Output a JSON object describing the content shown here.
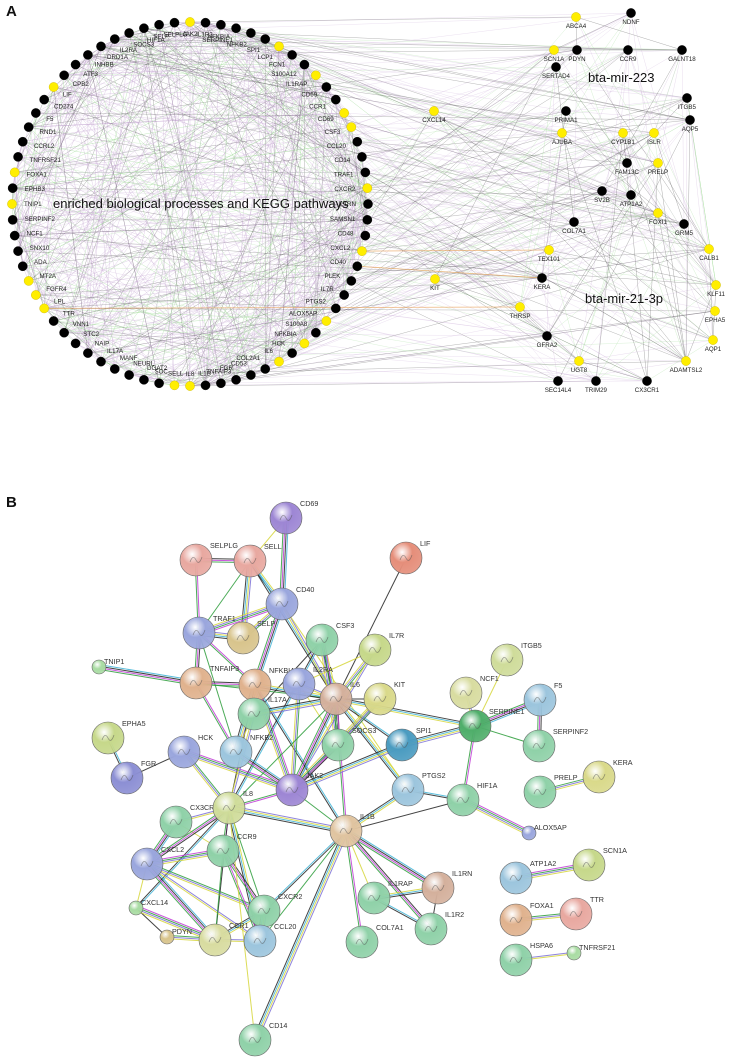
{
  "panel_a": {
    "letter": "A",
    "cluster_label": "enriched biological processes and KEGG pathways",
    "mir223_label": "bta-mir-223",
    "mir21_label": "bta-mir-21-3p",
    "colors": {
      "hub_node": "#ffee00",
      "gene_node": "#000000",
      "edge_purple": "#c7a9d4",
      "edge_green": "#98d98e",
      "edge_dark": "#333333",
      "edge_orange": "#e8a35c"
    },
    "circle_genes": [
      {
        "label": "JAK2",
        "hub": true
      },
      {
        "label": "IL1R2",
        "hub": false
      },
      {
        "label": "NFKBIA",
        "hub": false
      },
      {
        "label": "SERPINE1",
        "hub": false
      },
      {
        "label": "NFKB2",
        "hub": false
      },
      {
        "label": "SPI1",
        "hub": false
      },
      {
        "label": "LCP1",
        "hub": true
      },
      {
        "label": "FCN1",
        "hub": false
      },
      {
        "label": "S100A12",
        "hub": false
      },
      {
        "label": "IL1RAP",
        "hub": true
      },
      {
        "label": "CD69",
        "hub": false
      },
      {
        "label": "CCR1",
        "hub": false
      },
      {
        "label": "CD69",
        "hub": true
      },
      {
        "label": "CSF3",
        "hub": true
      },
      {
        "label": "CCL20",
        "hub": false
      },
      {
        "label": "CD14",
        "hub": false
      },
      {
        "label": "TRAF1",
        "hub": false
      },
      {
        "label": "CXCR2",
        "hub": true
      },
      {
        "label": "IL1RN",
        "hub": false
      },
      {
        "label": "SAMSN1",
        "hub": false
      },
      {
        "label": "CD48",
        "hub": false
      },
      {
        "label": "CXCL2",
        "hub": true
      },
      {
        "label": "CD40",
        "hub": false
      },
      {
        "label": "PLEK",
        "hub": false
      },
      {
        "label": "IL7R",
        "hub": false
      },
      {
        "label": "PTGS2",
        "hub": false
      },
      {
        "label": "ALOX5AP",
        "hub": true
      },
      {
        "label": "S100A8",
        "hub": false
      },
      {
        "label": "NFKBIA",
        "hub": true
      },
      {
        "label": "HCK",
        "hub": false
      },
      {
        "label": "IL6",
        "hub": true
      },
      {
        "label": "COL2A1",
        "hub": false
      },
      {
        "label": "CD53",
        "hub": false
      },
      {
        "label": "FGR",
        "hub": false
      },
      {
        "label": "TNFAIP3",
        "hub": false
      },
      {
        "label": "IL1B",
        "hub": false
      },
      {
        "label": "IL8",
        "hub": true
      },
      {
        "label": "SELL",
        "hub": true
      },
      {
        "label": "SOC",
        "hub": false
      },
      {
        "label": "DGAT2",
        "hub": false
      },
      {
        "label": "NEURL",
        "hub": false
      },
      {
        "label": "MANF",
        "hub": false
      },
      {
        "label": "IL17A",
        "hub": false
      },
      {
        "label": "NAIP",
        "hub": false
      },
      {
        "label": "STC2",
        "hub": false
      },
      {
        "label": "VNN1",
        "hub": false
      },
      {
        "label": "TTR",
        "hub": false
      },
      {
        "label": "LPL",
        "hub": true
      },
      {
        "label": "FGFR4",
        "hub": true
      },
      {
        "label": "MT2A",
        "hub": true
      },
      {
        "label": "ADA",
        "hub": false
      },
      {
        "label": "SNX10",
        "hub": false
      },
      {
        "label": "NCF1",
        "hub": false
      },
      {
        "label": "SERPINF2",
        "hub": false
      },
      {
        "label": "TNIP1",
        "hub": true
      },
      {
        "label": "EPHB3",
        "hub": false
      },
      {
        "label": "FOXA1",
        "hub": true
      },
      {
        "label": "TNFRSF21",
        "hub": false
      },
      {
        "label": "CCRL2",
        "hub": false
      },
      {
        "label": "RND1",
        "hub": false
      },
      {
        "label": "F5",
        "hub": false
      },
      {
        "label": "CD274",
        "hub": false
      },
      {
        "label": "LIF",
        "hub": true
      },
      {
        "label": "CPB2",
        "hub": false
      },
      {
        "label": "ATF3",
        "hub": false
      },
      {
        "label": "INHBB",
        "hub": false
      },
      {
        "label": "DRD1A",
        "hub": false
      },
      {
        "label": "IL2RA",
        "hub": false
      },
      {
        "label": "SOCS3",
        "hub": false
      },
      {
        "label": "HIF1A",
        "hub": false
      },
      {
        "label": "SELP",
        "hub": false
      },
      {
        "label": "SELPLG",
        "hub": false
      }
    ],
    "right_genes": [
      {
        "label": "ABCA4",
        "hub": true
      },
      {
        "label": "NDNF",
        "hub": false
      },
      {
        "label": "PDYN",
        "hub": false
      },
      {
        "label": "CCR9",
        "hub": false
      },
      {
        "label": "SCN1A",
        "hub": true
      },
      {
        "label": "GALNT18",
        "hub": false
      },
      {
        "label": "ITGB5",
        "hub": false
      },
      {
        "label": "SERTAD4",
        "hub": false
      },
      {
        "label": "AQP5",
        "hub": false
      },
      {
        "label": "PRIMA1",
        "hub": false
      },
      {
        "label": "CXCL14",
        "hub": true
      },
      {
        "label": "AJUBA",
        "hub": true
      },
      {
        "label": "CYP1B1",
        "hub": true
      },
      {
        "label": "ISLR",
        "hub": true
      },
      {
        "label": "FAM13C",
        "hub": false
      },
      {
        "label": "PRELP",
        "hub": true
      },
      {
        "label": "SV2B",
        "hub": false
      },
      {
        "label": "ATP1A2",
        "hub": false
      },
      {
        "label": "FOXI1",
        "hub": true
      },
      {
        "label": "GRM5",
        "hub": false
      },
      {
        "label": "COL7A1",
        "hub": false
      },
      {
        "label": "CALB1",
        "hub": true
      },
      {
        "label": "TEX101",
        "hub": true
      },
      {
        "label": "KIT",
        "hub": true
      },
      {
        "label": "KERA",
        "hub": false
      },
      {
        "label": "KLF11",
        "hub": true
      },
      {
        "label": "THRSP",
        "hub": true
      },
      {
        "label": "EPHA5",
        "hub": true
      },
      {
        "label": "GFRA2",
        "hub": false
      },
      {
        "label": "AQP1",
        "hub": true
      },
      {
        "label": "UGT8",
        "hub": true
      },
      {
        "label": "ADAMTSL2",
        "hub": true
      },
      {
        "label": "SEC14L4",
        "hub": false
      },
      {
        "label": "TRIM29",
        "hub": false
      },
      {
        "label": "CX3CR1",
        "hub": false
      }
    ]
  },
  "panel_b": {
    "letter": "B",
    "nodes": [
      {
        "label": "CD69",
        "color": "#9d86d4"
      },
      {
        "label": "SELPLG",
        "color": "#e8a8a0"
      },
      {
        "label": "SELL",
        "color": "#e8a8a0"
      },
      {
        "label": "LIF",
        "color": "#e58e7a"
      },
      {
        "label": "CD40",
        "color": "#9aa6dd"
      },
      {
        "label": "TRAF1",
        "color": "#9aa6dd"
      },
      {
        "label": "SELP",
        "color": "#d8c48c"
      },
      {
        "label": "CSF3",
        "color": "#8fd1a8"
      },
      {
        "label": "IL7R",
        "color": "#c6d88a"
      },
      {
        "label": "TNIP1",
        "color": "#a9dca3"
      },
      {
        "label": "TNFAIP3",
        "color": "#e0b28e"
      },
      {
        "label": "NFKBIA",
        "color": "#e0b28e"
      },
      {
        "label": "IL2RA",
        "color": "#9aa6dd"
      },
      {
        "label": "IL6",
        "color": "#d4b09c"
      },
      {
        "label": "KIT",
        "color": "#d9d98a"
      },
      {
        "label": "ITGB5",
        "color": "#cfdc9a"
      },
      {
        "label": "NCF1",
        "color": "#d8dca0"
      },
      {
        "label": "F5",
        "color": "#9cc5dd"
      },
      {
        "label": "EPHA5",
        "color": "#c6d88a"
      },
      {
        "label": "IL17A",
        "color": "#8fd1a8"
      },
      {
        "label": "HCK",
        "color": "#9aa6dd"
      },
      {
        "label": "NFKB2",
        "color": "#9cc5dd"
      },
      {
        "label": "SOCS3",
        "color": "#8fd1a8"
      },
      {
        "label": "SPI1",
        "color": "#4a9bc0"
      },
      {
        "label": "SERPINE1",
        "color": "#4fae6a"
      },
      {
        "label": "SERPINF2",
        "color": "#8fd1a8"
      },
      {
        "label": "FGR",
        "color": "#8c8fd4"
      },
      {
        "label": "JAK2",
        "color": "#9d86d4"
      },
      {
        "label": "PTGS2",
        "color": "#9cc5dd"
      },
      {
        "label": "HIF1A",
        "color": "#8fd1a8"
      },
      {
        "label": "PRELP",
        "color": "#8fd1a8"
      },
      {
        "label": "KERA",
        "color": "#d9d98a"
      },
      {
        "label": "CX3CR1",
        "color": "#8fd1a8"
      },
      {
        "label": "IL8",
        "color": "#cfdc9a"
      },
      {
        "label": "ALOX5AP",
        "color": "#9aa6dd"
      },
      {
        "label": "IL1B",
        "color": "#e0c4a0"
      },
      {
        "label": "CXCL2",
        "color": "#9aa6dd"
      },
      {
        "label": "CCR9",
        "color": "#8fd1a8"
      },
      {
        "label": "ATP1A2",
        "color": "#9cc5dd"
      },
      {
        "label": "SCN1A",
        "color": "#c6d88a"
      },
      {
        "label": "IL1RN",
        "color": "#d4b09c"
      },
      {
        "label": "CXCL14",
        "color": "#a9dca3"
      },
      {
        "label": "CXCR2",
        "color": "#8fd1a8"
      },
      {
        "label": "IL1RAP",
        "color": "#8fd1a8"
      },
      {
        "label": "FOXA1",
        "color": "#e0b28e"
      },
      {
        "label": "TTR",
        "color": "#e8a8a0"
      },
      {
        "label": "PDYN",
        "color": "#d8c48c"
      },
      {
        "label": "CCR1",
        "color": "#d8dca0"
      },
      {
        "label": "CCL20",
        "color": "#9cc5dd"
      },
      {
        "label": "COL7A1",
        "color": "#8fd1a8"
      },
      {
        "label": "IL1R2",
        "color": "#8fd1a8"
      },
      {
        "label": "HSPA6",
        "color": "#8fd1a8"
      },
      {
        "label": "TNFRSF21",
        "color": "#a9dca3"
      },
      {
        "label": "CD14",
        "color": "#8fd1a8"
      }
    ],
    "edges": [
      [
        "CD69",
        "SELL"
      ],
      [
        "CD69",
        "CD40"
      ],
      [
        "SELPLG",
        "SELL"
      ],
      [
        "SELPLG",
        "TRAF1"
      ],
      [
        "SELL",
        "TRAF1"
      ],
      [
        "SELL",
        "SELP"
      ],
      [
        "SELL",
        "CD40"
      ],
      [
        "SELL",
        "IL6"
      ],
      [
        "LIF",
        "IL6"
      ],
      [
        "CD40",
        "TRAF1"
      ],
      [
        "CD40",
        "SELP"
      ],
      [
        "CD40",
        "IL6"
      ],
      [
        "CD40",
        "PTGS2"
      ],
      [
        "CD40",
        "NFKBIA"
      ],
      [
        "TRAF1",
        "TNFAIP3"
      ],
      [
        "TRAF1",
        "NFKBIA"
      ],
      [
        "TRAF1",
        "NFKB2"
      ],
      [
        "TRAF1",
        "SELP"
      ],
      [
        "CSF3",
        "IL6"
      ],
      [
        "CSF3",
        "IL8"
      ],
      [
        "CSF3",
        "IL17A"
      ],
      [
        "CSF3",
        "SOCS3"
      ],
      [
        "IL7R",
        "IL6"
      ],
      [
        "IL7R",
        "JAK2"
      ],
      [
        "IL7R",
        "IL2RA"
      ],
      [
        "TNIP1",
        "TNFAIP3"
      ],
      [
        "TNFAIP3",
        "NFKBIA"
      ],
      [
        "TNFAIP3",
        "NFKB2"
      ],
      [
        "TNFAIP3",
        "IL6"
      ],
      [
        "NFKBIA",
        "NFKB2"
      ],
      [
        "NFKBIA",
        "IL6"
      ],
      [
        "NFKBIA",
        "IL1B"
      ],
      [
        "NFKBIA",
        "IL8"
      ],
      [
        "NFKBIA",
        "JAK2"
      ],
      [
        "IL2RA",
        "JAK2"
      ],
      [
        "IL2RA",
        "IL6"
      ],
      [
        "IL2RA",
        "SOCS3"
      ],
      [
        "IL6",
        "JAK2"
      ],
      [
        "IL6",
        "SOCS3"
      ],
      [
        "IL6",
        "IL1B"
      ],
      [
        "IL6",
        "IL8"
      ],
      [
        "IL6",
        "IL17A"
      ],
      [
        "IL6",
        "PTGS2"
      ],
      [
        "IL6",
        "SPI1"
      ],
      [
        "IL6",
        "KIT"
      ],
      [
        "KIT",
        "JAK2"
      ],
      [
        "KIT",
        "SOCS3"
      ],
      [
        "NCF1",
        "SERPINE1"
      ],
      [
        "ITGB5",
        "SERPINE1"
      ],
      [
        "F5",
        "SERPINE1"
      ],
      [
        "F5",
        "SERPINF2"
      ],
      [
        "SERPINE1",
        "HIF1A"
      ],
      [
        "SERPINE1",
        "SERPINF2"
      ],
      [
        "SERPINE1",
        "SPI1"
      ],
      [
        "SERPINE1",
        "IL6"
      ],
      [
        "EPHA5",
        "FGR"
      ],
      [
        "FGR",
        "HCK"
      ],
      [
        "HCK",
        "JAK2"
      ],
      [
        "HCK",
        "IL8"
      ],
      [
        "IL17A",
        "IL8"
      ],
      [
        "IL17A",
        "NFKB2"
      ],
      [
        "NFKB2",
        "JAK2"
      ],
      [
        "SOCS3",
        "JAK2"
      ],
      [
        "JAK2",
        "IL8"
      ],
      [
        "JAK2",
        "IL1B"
      ],
      [
        "SPI1",
        "JAK2"
      ],
      [
        "PTGS2",
        "IL1B"
      ],
      [
        "PTGS2",
        "HIF1A"
      ],
      [
        "HIF1A",
        "IL1B"
      ],
      [
        "HIF1A",
        "ALOX5AP"
      ],
      [
        "PRELP",
        "KERA"
      ],
      [
        "CX3CR1",
        "IL8"
      ],
      [
        "CX3CR1",
        "CCR9"
      ],
      [
        "CX3CR1",
        "CXCL2"
      ],
      [
        "IL8",
        "CXCL2"
      ],
      [
        "IL8",
        "CCR9"
      ],
      [
        "IL8",
        "CXCR2"
      ],
      [
        "IL8",
        "IL1B"
      ],
      [
        "IL8",
        "CCL20"
      ],
      [
        "IL8",
        "CXCL14"
      ],
      [
        "IL8",
        "CCR1"
      ],
      [
        "CXCL2",
        "CCR9"
      ],
      [
        "CXCL2",
        "CXCR2"
      ],
      [
        "CXCL2",
        "CCL20"
      ],
      [
        "CXCL2",
        "CXCL14"
      ],
      [
        "CXCL2",
        "CCR1"
      ],
      [
        "CCR9",
        "CXCR2"
      ],
      [
        "CCR9",
        "CCL20"
      ],
      [
        "CCR9",
        "CCR1"
      ],
      [
        "CXCR2",
        "CCL20"
      ],
      [
        "CXCR2",
        "CCR1"
      ],
      [
        "CXCR2",
        "IL1B"
      ],
      [
        "CXCL14",
        "PDYN"
      ],
      [
        "CXCL14",
        "CCR1"
      ],
      [
        "PDYN",
        "CCR1"
      ],
      [
        "CCR1",
        "CCL20"
      ],
      [
        "IL1B",
        "IL1RAP"
      ],
      [
        "IL1B",
        "IL1RN"
      ],
      [
        "IL1B",
        "IL1R2"
      ],
      [
        "IL1B",
        "COL7A1"
      ],
      [
        "IL1B",
        "CCL20"
      ],
      [
        "IL1B",
        "CD14"
      ],
      [
        "IL1RAP",
        "IL1RN"
      ],
      [
        "IL1RAP",
        "IL1R2"
      ],
      [
        "IL1RN",
        "IL1R2"
      ],
      [
        "ATP1A2",
        "SCN1A"
      ],
      [
        "FOXA1",
        "TTR"
      ],
      [
        "HSPA6",
        "TNFRSF21"
      ],
      [
        "CD14",
        "IL8"
      ]
    ]
  }
}
